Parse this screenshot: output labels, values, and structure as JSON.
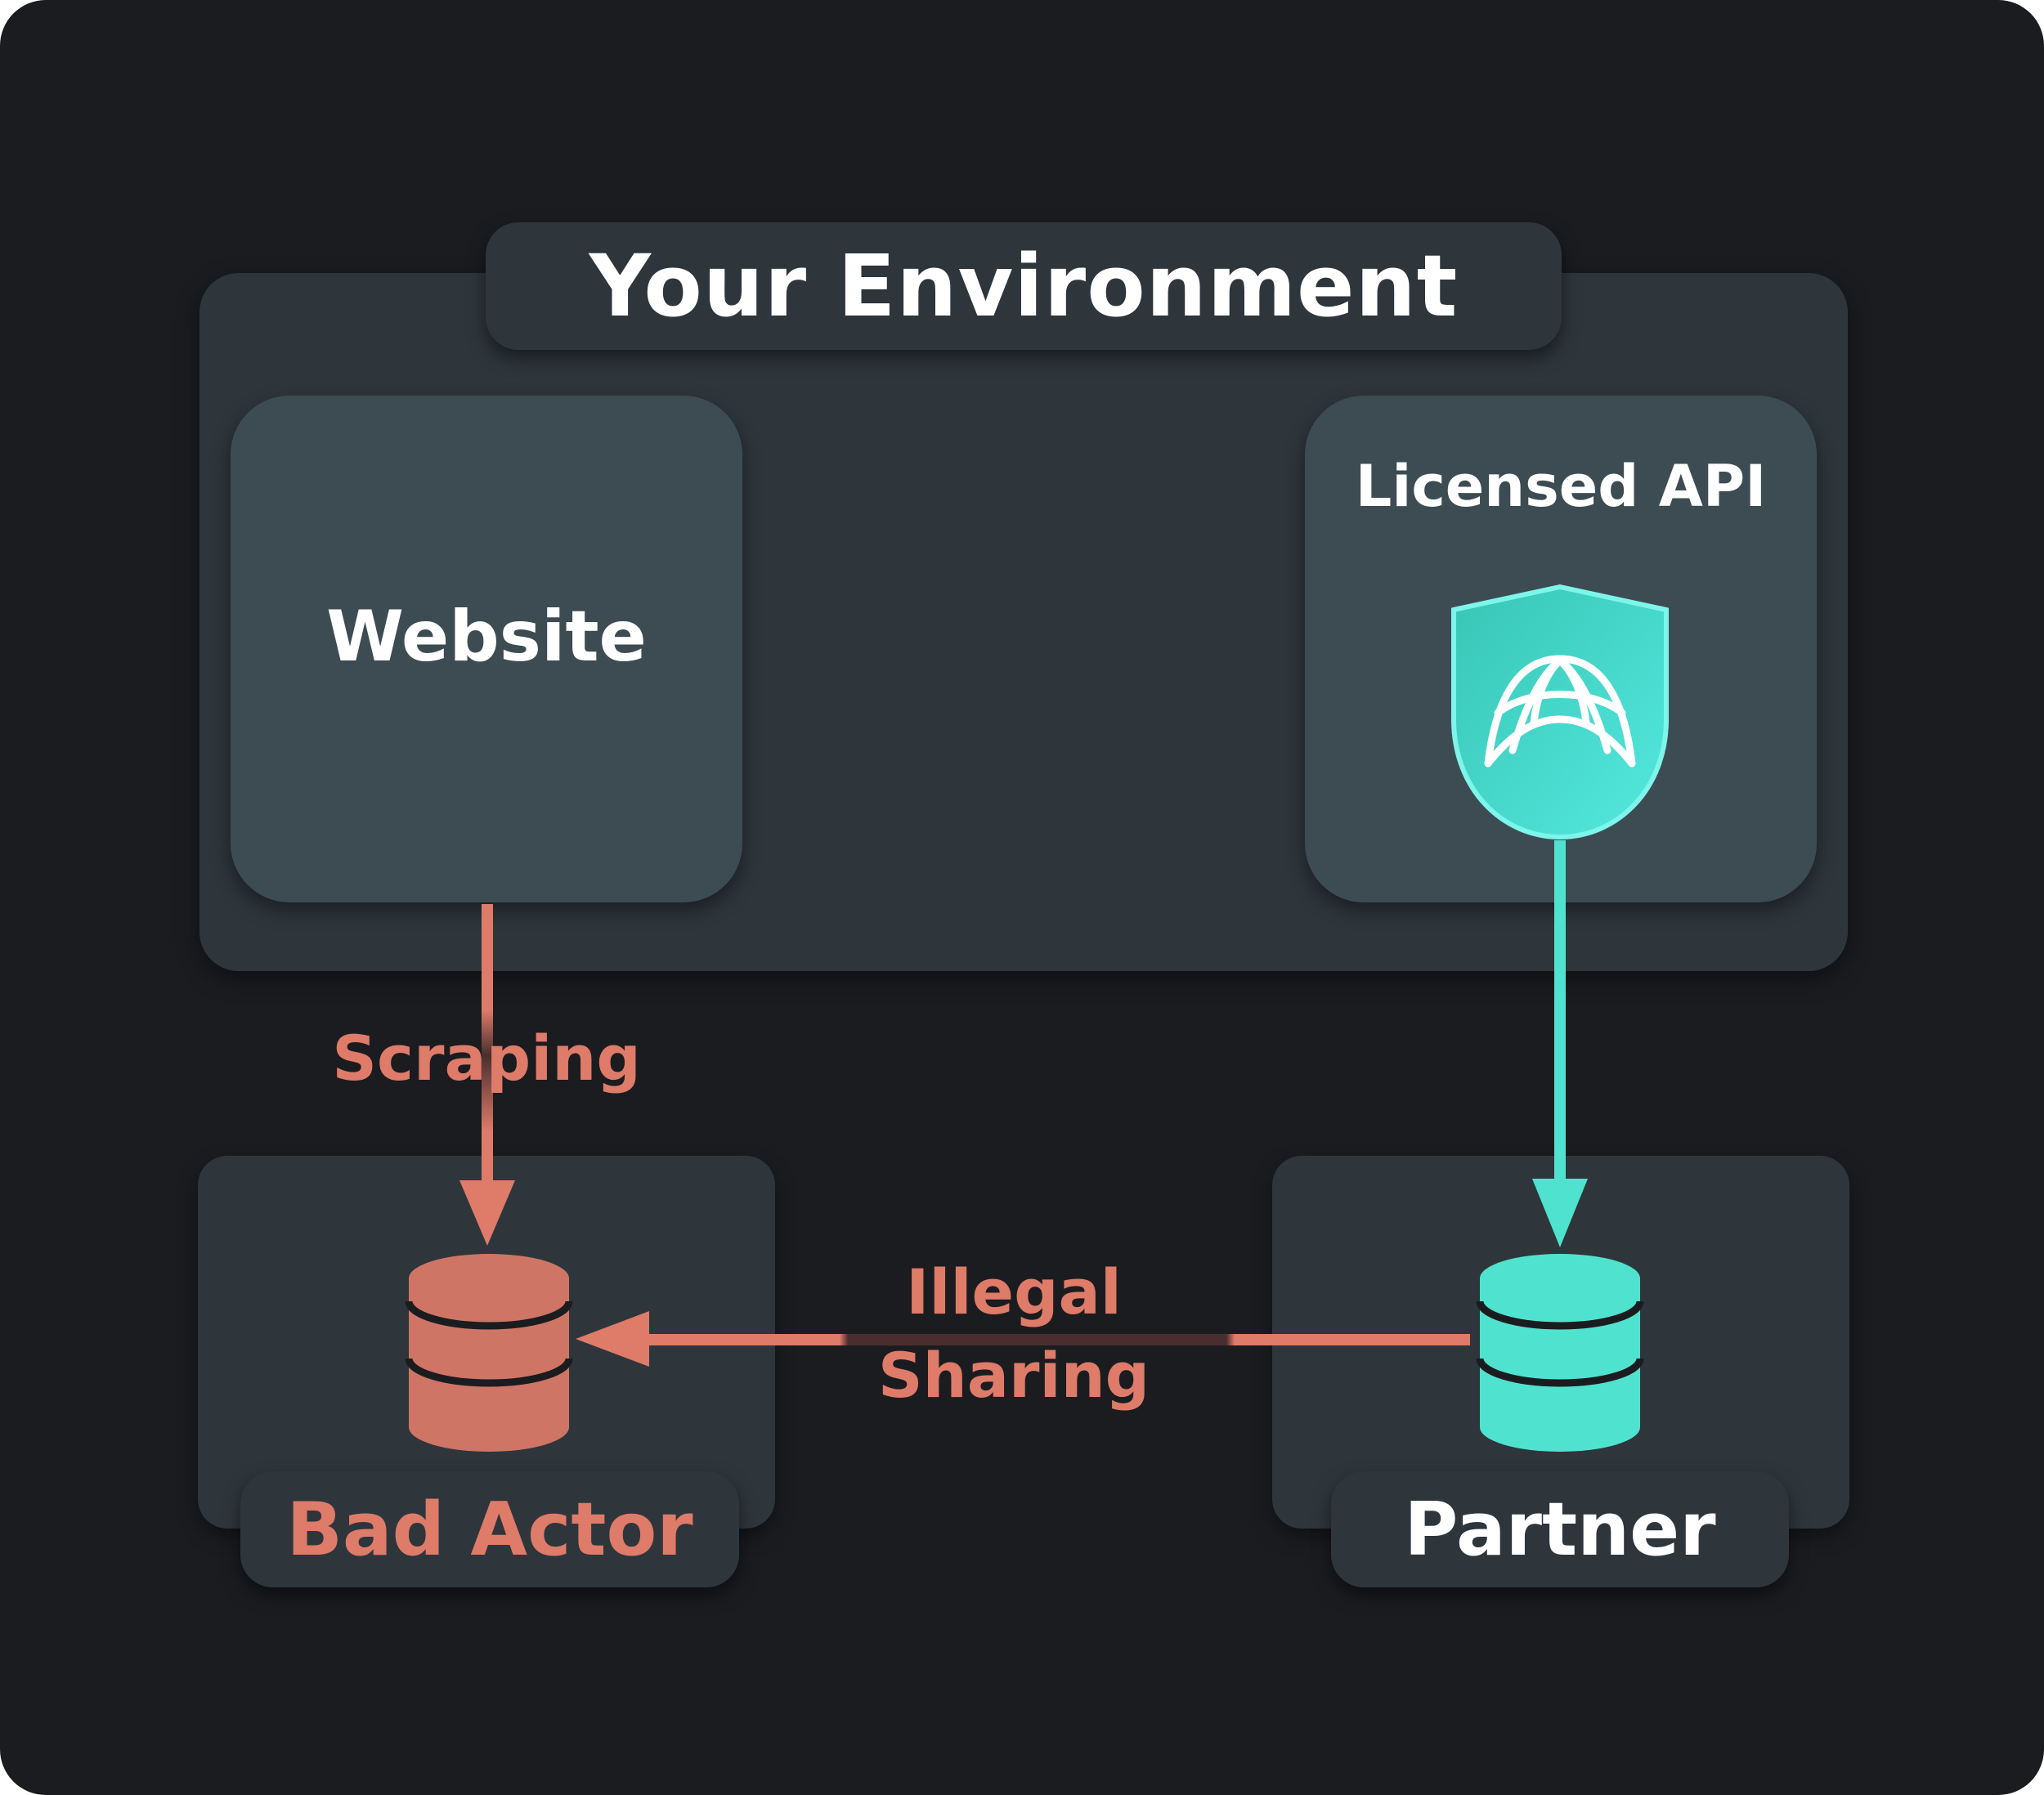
{
  "environment": {
    "title": "Your Environment"
  },
  "nodes": {
    "website": {
      "label": "Website"
    },
    "licensed_api": {
      "label": "Licensed API",
      "icon": "shield-arch-icon"
    },
    "bad_actor": {
      "label": "Bad Actor",
      "icon": "database-icon"
    },
    "partner": {
      "label": "Partner",
      "icon": "database-icon"
    }
  },
  "edges": {
    "scraping": {
      "label": "Scraping"
    },
    "illegal_sharing": {
      "label_line1": "Illegal",
      "label_line2": "Sharing"
    }
  },
  "colors": {
    "background": "#1b1c20",
    "panel": "#2e363c",
    "card": "#3d4c53",
    "danger": "#de7b69",
    "accent": "#4fe3cf"
  }
}
